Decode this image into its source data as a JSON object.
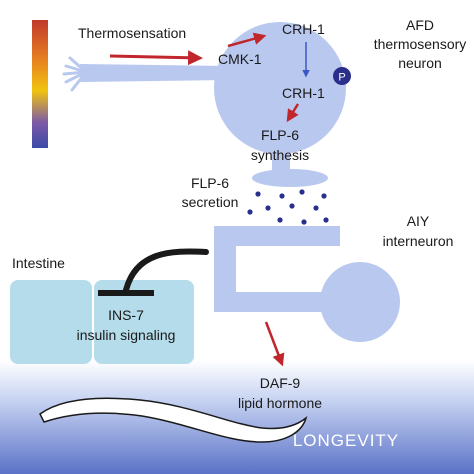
{
  "labels": {
    "thermosensation": "Thermosensation",
    "afd_line1": "AFD",
    "afd_line2": "thermosensory",
    "afd_line3": "neuron",
    "cmk1": "CMK-1",
    "crh1_top": "CRH-1",
    "crh1_bottom": "CRH-1",
    "phospho": "P",
    "flp6_line1": "FLP-6",
    "flp6_line2": "synthesis",
    "secretion_line1": "FLP-6",
    "secretion_line2": "secretion",
    "aiy_line1": "AIY",
    "aiy_line2": "interneuron",
    "intestine": "Intestine",
    "ins7_line1": "INS-7",
    "ins7_line2": "insulin signaling",
    "daf9_line1": "DAF-9",
    "daf9_line2": "lipid hormone",
    "longevity": "LONGEVITY"
  },
  "colors": {
    "neuron_fill": "#b9c8ef",
    "intestine_fill": "#b4dcea",
    "arrow_red": "#c0262b",
    "arrow_blue": "#3a57c5",
    "phospho_fill": "#2a2f8c",
    "vesicle_dot": "#2a2f8c",
    "temperature_gradient": [
      "#c0392b",
      "#e67e22",
      "#f1c40f",
      "#7d5aa6",
      "#3b4aa8"
    ],
    "longevity_band": [
      "#ffffff",
      "#c7d3f2",
      "#5b72c7"
    ]
  }
}
